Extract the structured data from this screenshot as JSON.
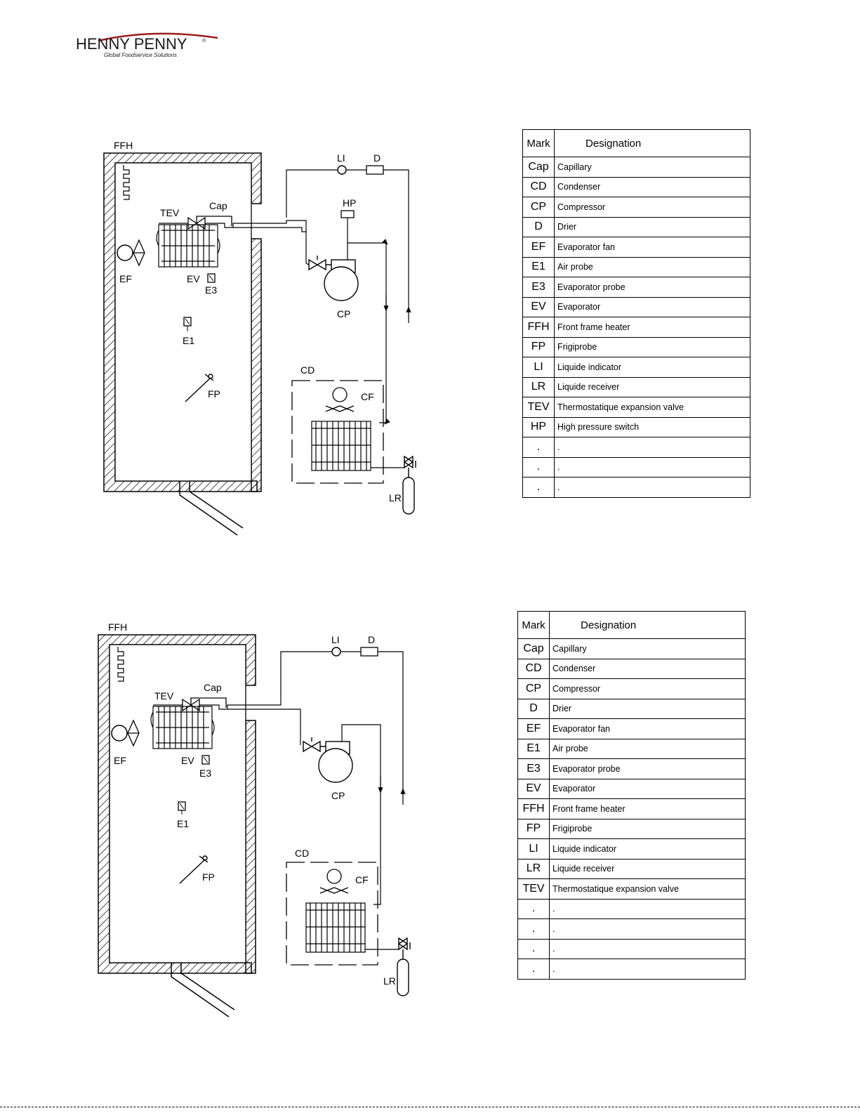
{
  "brand": {
    "name": "HENNY PENNY",
    "registered": "®",
    "tagline": "Global Foodservice Solutions",
    "color": "#9b1b1e"
  },
  "diagram1": {
    "labels": {
      "ffh": "FFH",
      "tev": "TEV",
      "cap": "Cap",
      "ef": "EF",
      "ev": "EV",
      "e3": "E3",
      "e1": "E1",
      "fp": "FP",
      "li": "LI",
      "d": "D",
      "hp": "HP",
      "cp": "CP",
      "cd": "CD",
      "cf": "CF",
      "lr": "LR"
    }
  },
  "diagram2": {
    "labels": {
      "ffh": "FFH",
      "tev": "TEV",
      "cap": "Cap",
      "ef": "EF",
      "ev": "EV",
      "e3": "E3",
      "e1": "E1",
      "fp": "FP",
      "li": "LI",
      "d": "D",
      "cp": "CP",
      "cd": "CD",
      "cf": "CF",
      "lr": "LR"
    }
  },
  "legend1": {
    "header": {
      "mark": "Mark",
      "designation": "Designation"
    },
    "rows": [
      {
        "mark": "Cap",
        "desc": "Capillary"
      },
      {
        "mark": "CD",
        "desc": "Condenser"
      },
      {
        "mark": "CP",
        "desc": "Compressor"
      },
      {
        "mark": "D",
        "desc": "Drier"
      },
      {
        "mark": "EF",
        "desc": "Evaporator fan"
      },
      {
        "mark": "E1",
        "desc": "Air probe"
      },
      {
        "mark": "E3",
        "desc": "Evaporator probe"
      },
      {
        "mark": "EV",
        "desc": "Evaporator"
      },
      {
        "mark": "FFH",
        "desc": "Front frame heater"
      },
      {
        "mark": "FP",
        "desc": "Frigiprobe"
      },
      {
        "mark": "LI",
        "desc": "Liquide indicator"
      },
      {
        "mark": "LR",
        "desc": "Liquide receiver"
      },
      {
        "mark": "TEV",
        "desc": "Thermostatique expansion valve"
      },
      {
        "mark": "HP",
        "desc": "High pressure switch"
      },
      {
        "mark": ".",
        "desc": "."
      },
      {
        "mark": ".",
        "desc": "."
      },
      {
        "mark": ".",
        "desc": "."
      }
    ]
  },
  "legend2": {
    "header": {
      "mark": "Mark",
      "designation": "Designation"
    },
    "rows": [
      {
        "mark": "Cap",
        "desc": "Capillary"
      },
      {
        "mark": "CD",
        "desc": "Condenser"
      },
      {
        "mark": "CP",
        "desc": "Compressor"
      },
      {
        "mark": "D",
        "desc": "Drier"
      },
      {
        "mark": "EF",
        "desc": "Evaporator fan"
      },
      {
        "mark": "E1",
        "desc": "Air probe"
      },
      {
        "mark": "E3",
        "desc": "Evaporator probe"
      },
      {
        "mark": "EV",
        "desc": "Evaporator"
      },
      {
        "mark": "FFH",
        "desc": "Front frame heater"
      },
      {
        "mark": "FP",
        "desc": "Frigiprobe"
      },
      {
        "mark": "LI",
        "desc": "Liquide indicator"
      },
      {
        "mark": "LR",
        "desc": "Liquide receiver"
      },
      {
        "mark": "TEV",
        "desc": "Thermostatique expansion valve"
      },
      {
        "mark": ".",
        "desc": "."
      },
      {
        "mark": ".",
        "desc": "."
      },
      {
        "mark": ".",
        "desc": "."
      },
      {
        "mark": ".",
        "desc": "."
      }
    ]
  }
}
